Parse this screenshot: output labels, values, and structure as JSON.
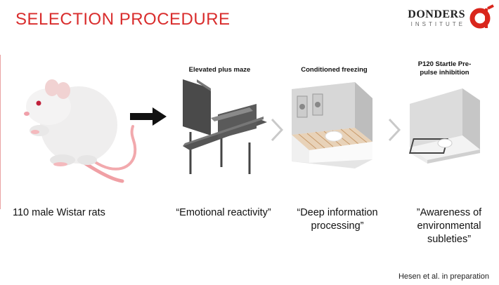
{
  "slide": {
    "title": "SELECTION PROCEDURE",
    "logo": {
      "name": "DONDERS",
      "subtitle": "INSTITUTE"
    },
    "stages": [
      {
        "label": "",
        "caption": "110 male Wistar rats",
        "illustration": "rat-icon"
      },
      {
        "label": "Elevated plus maze",
        "caption": "“Emotional reactivity”",
        "illustration": "maze-icon"
      },
      {
        "label": "Conditioned freezing",
        "caption": "“Deep information processing”",
        "illustration": "chamber-icon"
      },
      {
        "label": "P120 Startle Pre-pulse inhibition",
        "caption": "”Awareness of environmental subleties”",
        "illustration": "startle-box-icon"
      }
    ],
    "citation": "Hesen et al. in preparation",
    "colors": {
      "title": "#d92d2d",
      "logo_accent": "#d9261c"
    }
  }
}
